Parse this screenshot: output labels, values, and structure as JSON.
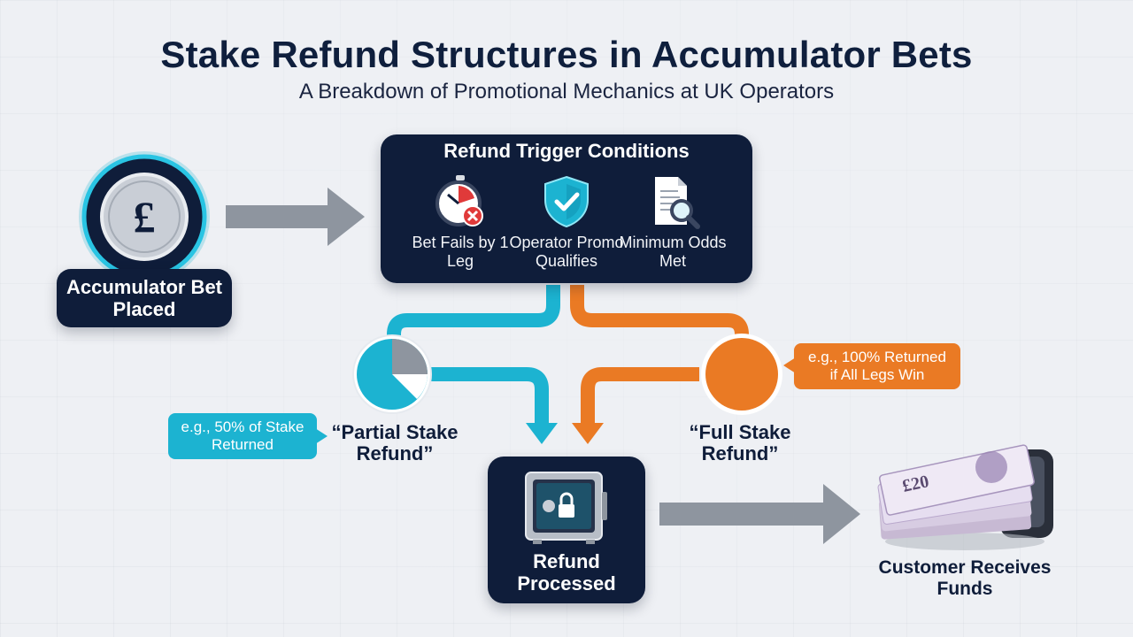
{
  "header": {
    "title": "Stake Refund Structures in Accumulator Bets",
    "subtitle": "A Breakdown of Promotional Mechanics at UK Operators"
  },
  "start": {
    "icon": "pound-coin-icon",
    "symbol": "£",
    "label": "Accumulator Bet Placed"
  },
  "trigger": {
    "title": "Refund Trigger Conditions",
    "conditions": [
      {
        "icon": "stopwatch-fail-icon",
        "label": "Bet Fails by 1 Leg"
      },
      {
        "icon": "shield-check-icon",
        "label": "Operator Promo Qualifies"
      },
      {
        "icon": "document-search-icon",
        "label": "Minimum Odds Met"
      }
    ]
  },
  "partial": {
    "label": "“Partial Stake Refund”",
    "tag": "e.g., 50% of Stake Returned",
    "icon": "pie-partial-icon"
  },
  "full": {
    "label": "“Full Stake Refund”",
    "tag": "e.g., 100% Returned if All Legs Win",
    "icon": "full-circle-icon"
  },
  "refund": {
    "icon": "safe-lock-icon",
    "label": "Refund Processed"
  },
  "customer": {
    "icon": "banknotes-icon",
    "note_text": "£20",
    "label": "Customer Receives Funds"
  },
  "colors": {
    "navy": "#0f1d3a",
    "cyan": "#1cb3d1",
    "orange": "#ea7a24",
    "arrow_gray": "#8e959f"
  }
}
